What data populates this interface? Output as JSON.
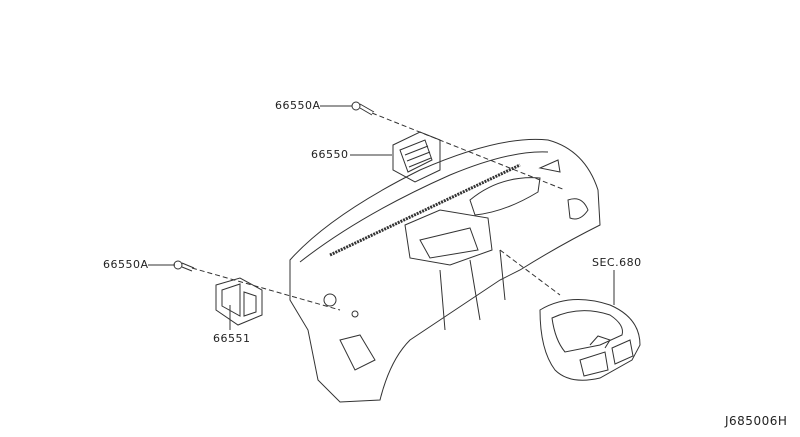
{
  "labels": {
    "bolt_upper": "66550A",
    "vent_center": "66550",
    "bolt_left": "66550A",
    "vent_side": "66551",
    "cluster_lid": "SEC.680",
    "diagram_id": "J685006H"
  }
}
